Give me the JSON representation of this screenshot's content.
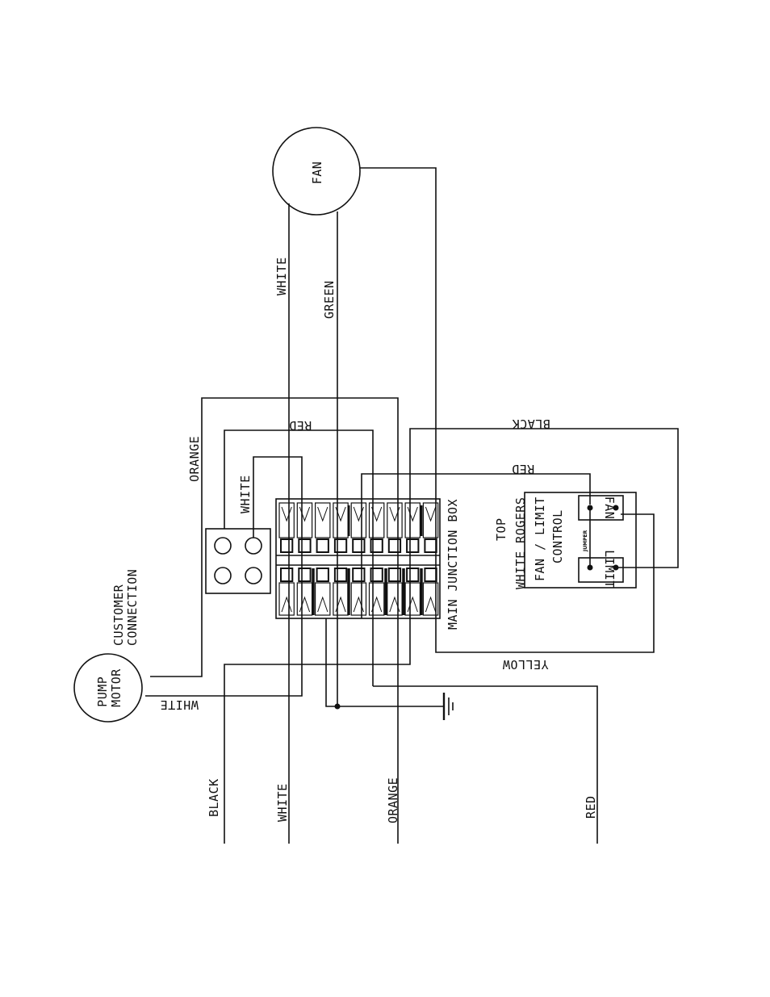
{
  "components": {
    "fan": "FAN",
    "pump_motor": [
      "PUMP",
      "MOTOR"
    ],
    "customer_connection": [
      "CUSTOMER",
      "CONNECTION"
    ],
    "junction_box": "MAIN JUNCTION BOX",
    "control": [
      "TOP",
      "WHITE ROGERS",
      "FAN / LIMIT",
      "CONTROL"
    ],
    "control_fan_terminal": "FAN",
    "control_limit_terminal": "LIMIT",
    "jumper": "JUMPER"
  },
  "wires": {
    "fan_white": "WHITE",
    "fan_green": "GREEN",
    "orange_top": "ORANGE",
    "red_top": "RED",
    "white_conn": "WHITE",
    "black_ctrl": "BLACK",
    "red_ctrl": "RED",
    "yellow": "YELLOW",
    "pump_white": "WHITE",
    "supply_black": "BLACK",
    "supply_white": "WHITE",
    "supply_orange": "ORANGE",
    "supply_red": "RED"
  }
}
